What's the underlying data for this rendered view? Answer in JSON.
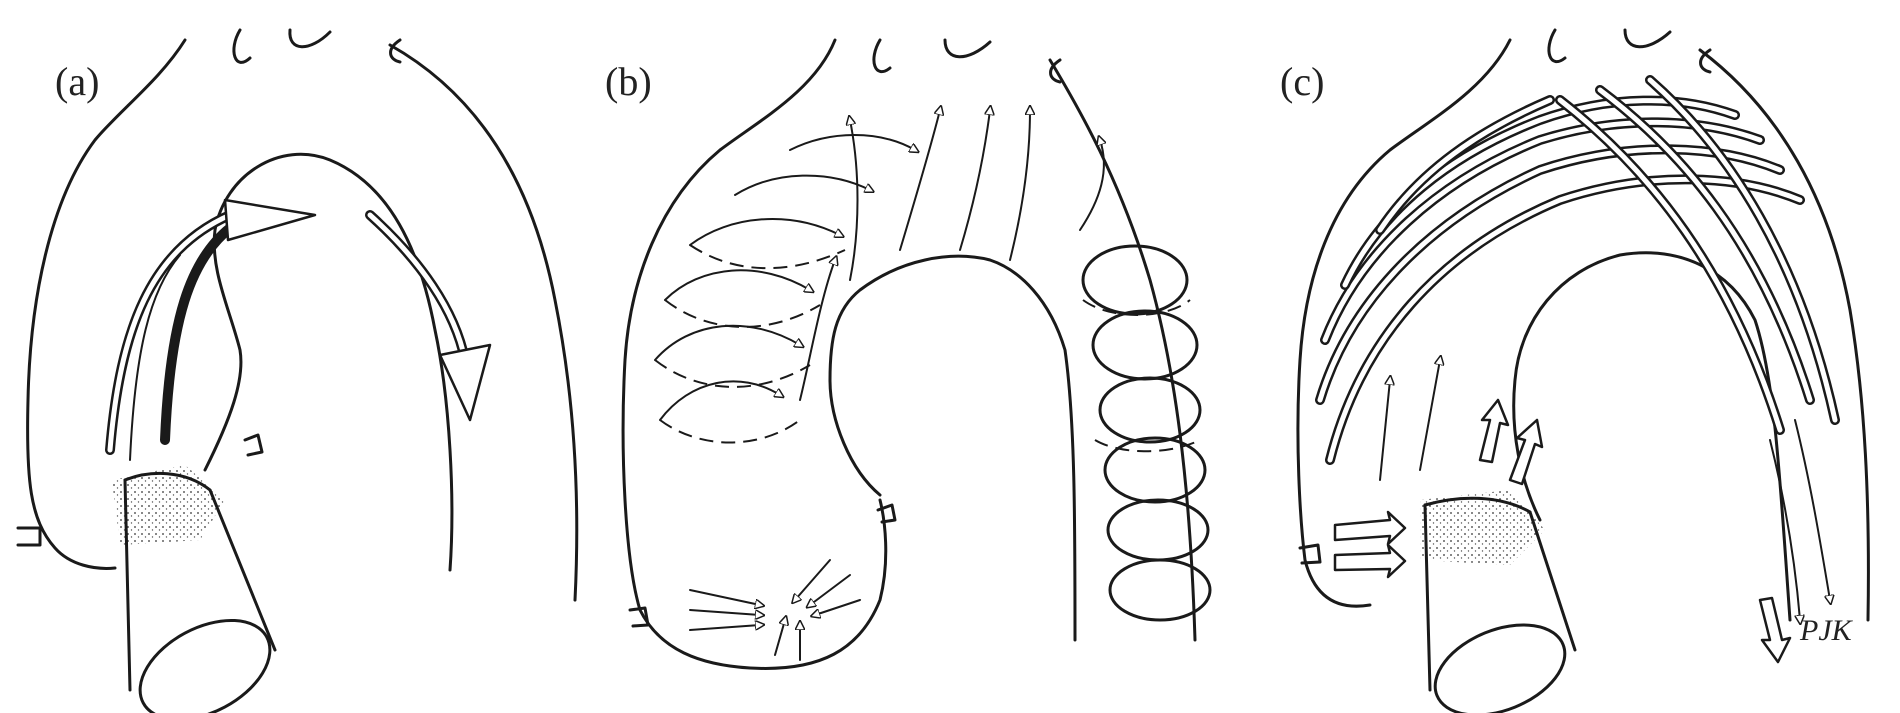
{
  "panels": [
    {
      "label": "(a)"
    },
    {
      "label": "(b)"
    },
    {
      "label": "(c)"
    }
  ],
  "signature": "PJK"
}
